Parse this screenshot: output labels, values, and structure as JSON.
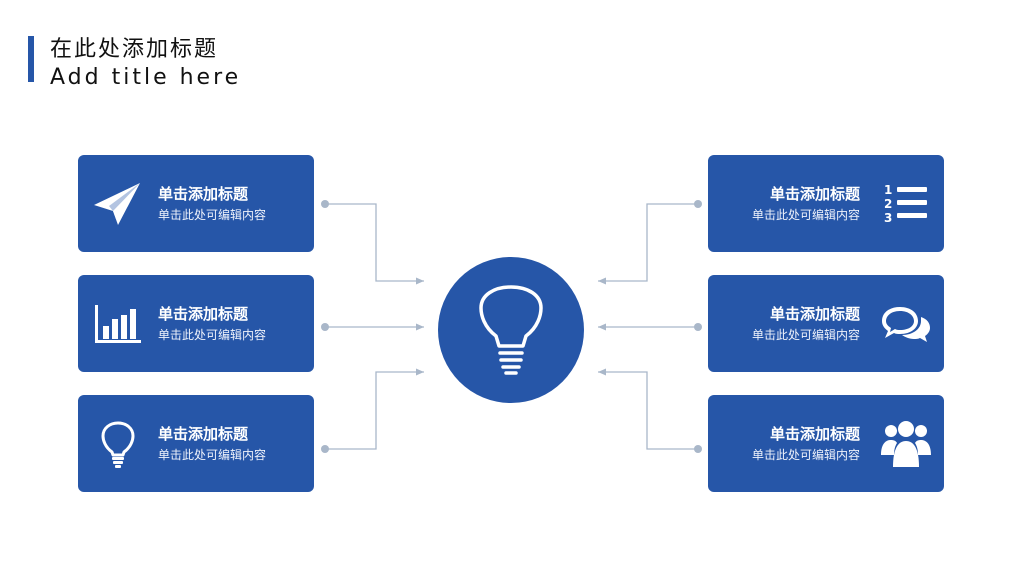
{
  "slide": {
    "title_cn": "在此处添加标题",
    "title_en": "Add title here"
  },
  "colors": {
    "accent": "#2656a8",
    "connector": "#a9b7c9"
  },
  "hub": {
    "icon": "lightbulb-icon"
  },
  "cards": [
    {
      "heading": "单击添加标题",
      "sub": "单击此处可编辑内容",
      "icon": "paper-plane-icon"
    },
    {
      "heading": "单击添加标题",
      "sub": "单击此处可编辑内容",
      "icon": "bar-chart-icon"
    },
    {
      "heading": "单击添加标题",
      "sub": "单击此处可编辑内容",
      "icon": "lightbulb-icon"
    },
    {
      "heading": "单击添加标题",
      "sub": "单击此处可编辑内容",
      "icon": "numbered-list-icon"
    },
    {
      "heading": "单击添加标题",
      "sub": "单击此处可编辑内容",
      "icon": "chat-bubbles-icon"
    },
    {
      "heading": "单击添加标题",
      "sub": "单击此处可编辑内容",
      "icon": "people-group-icon"
    }
  ]
}
